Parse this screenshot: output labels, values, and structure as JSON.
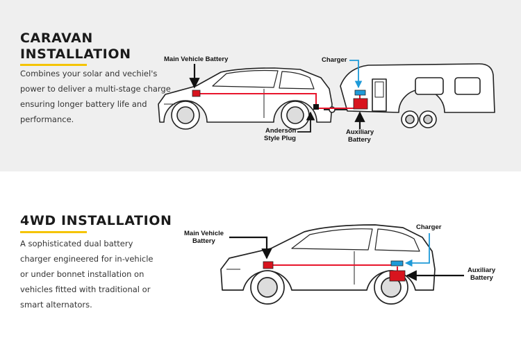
{
  "colors": {
    "accent": "#f5c400",
    "wire_red": "#e8142b",
    "charger_blue": "#1e9ad8",
    "battery_red": "#d8141e",
    "panel_top_bg": "#efefef"
  },
  "caravan": {
    "title_line1": "CARAVAN",
    "title_line2": "INSTALLATION",
    "description": "Combines your solar and vechiel's power to deliver a  multi-stage charge ensuring longer battery life and performance.",
    "labels": {
      "main_battery": "Main Vehicle Battery",
      "charger": "Charger",
      "anderson_line1": "Anderson",
      "anderson_line2": "Style Plug",
      "auxiliary_line1": "Auxiliary",
      "auxiliary_line2": "Battery"
    }
  },
  "fourwd": {
    "title": "4WD INSTALLATION",
    "description": "A sophisticated dual battery charger engineered for in-vehicle or under bonnet installation on vehicles fitted with traditional or smart alternators.",
    "labels": {
      "main_line1": "Main Vehicle",
      "main_line2": "Battery",
      "charger": "Charger",
      "auxiliary_line1": "Auxiliary",
      "auxiliary_line2": "Battery"
    }
  }
}
